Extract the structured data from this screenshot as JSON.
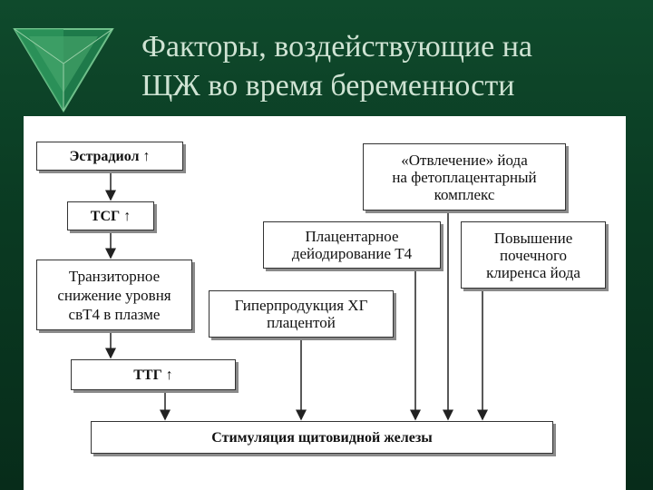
{
  "slide": {
    "title_line1": "Факторы, воздействующие на",
    "title_line2": "ЩЖ во время беременности",
    "logo_icon": "green-pyramid-logo-icon"
  },
  "diagram": {
    "boxes": {
      "estradiol": "Эстрадиол ↑",
      "tsg": "ТСГ ↑",
      "transient_line1": "Транзиторное",
      "transient_line2": "снижение уровня",
      "transient_line3": "свТ4 в плазме",
      "ttg": "ТТГ ↑",
      "hcg_line1": "Гиперпродукция ХГ",
      "hcg_line2": "плацентой",
      "deiod_line1": "Плацентарное",
      "deiod_line2": "дейодирование Т4",
      "iodine_line1": "«Отвлечение» йода",
      "iodine_line2": "на фетоплацентарный",
      "iodine_line3": "комплекс",
      "renal_line1": "Повышение",
      "renal_line2": "почечного",
      "renal_line3": "клиренса йода",
      "stimulation": "Стимуляция щитовидной железы"
    }
  }
}
